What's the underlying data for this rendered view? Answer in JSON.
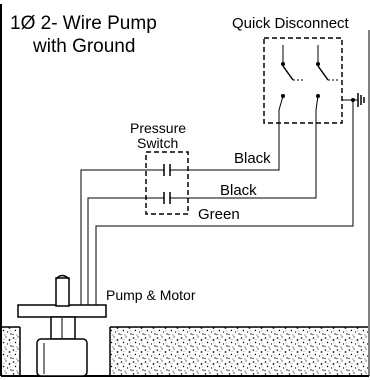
{
  "title": {
    "line1": "1Ø 2- Wire Pump",
    "line2": "with Ground"
  },
  "labels": {
    "quick_disconnect": "Quick Disconnect",
    "pressure_switch_line1": "Pressure",
    "pressure_switch_line2": "Switch",
    "wire_black_1": "Black",
    "wire_black_2": "Black",
    "wire_green": "Green",
    "pump_motor": "Pump & Motor"
  },
  "colors": {
    "line": "#000000",
    "background": "#ffffff",
    "soil_dot": "#000000"
  }
}
